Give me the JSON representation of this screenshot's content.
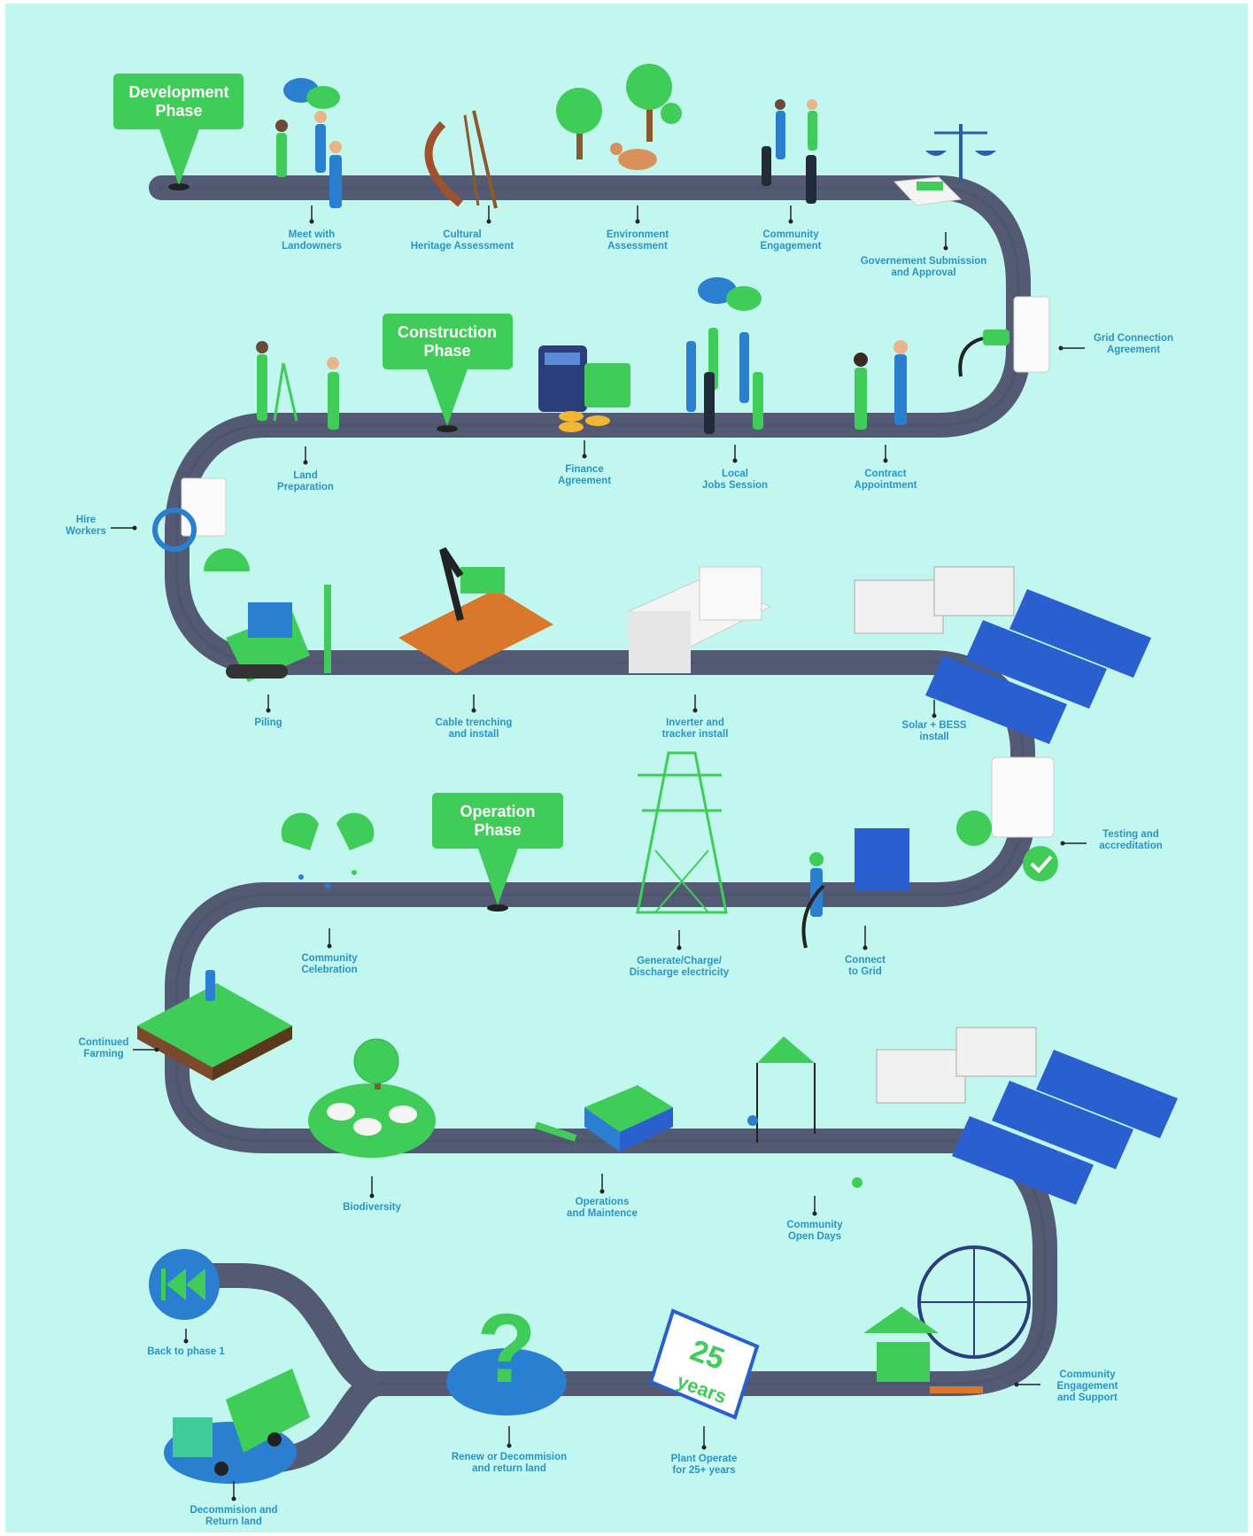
{
  "phases": [
    {
      "line1": "Development",
      "line2": "Phase"
    },
    {
      "line1": "Construction",
      "line2": "Phase"
    },
    {
      "line1": "Operation",
      "line2": "Phase"
    }
  ],
  "steps": [
    {
      "line1": "Meet with",
      "line2": "Landowners"
    },
    {
      "line1": "Cultural",
      "line2": "Heritage Assessment"
    },
    {
      "line1": "Environment",
      "line2": "Assessment"
    },
    {
      "line1": "Community",
      "line2": "Engagement"
    },
    {
      "line1": "Governement Submission",
      "line2": "and Approval"
    },
    {
      "line1": "Grid Connection",
      "line2": "Agreement"
    },
    {
      "line1": "Land",
      "line2": "Preparation"
    },
    {
      "line1": "Finance",
      "line2": "Agreement"
    },
    {
      "line1": "Local",
      "line2": "Jobs Session"
    },
    {
      "line1": "Contract",
      "line2": "Appointment"
    },
    {
      "line1": "Hire",
      "line2": "Workers"
    },
    {
      "line1": "Piling",
      "line2": ""
    },
    {
      "line1": "Cable trenching",
      "line2": "and install"
    },
    {
      "line1": "Inverter and",
      "line2": "tracker install"
    },
    {
      "line1": "Solar + BESS",
      "line2": "install"
    },
    {
      "line1": "Testing and",
      "line2": "accreditation"
    },
    {
      "line1": "Community",
      "line2": "Celebration"
    },
    {
      "line1": "Generate/Charge/",
      "line2": "Discharge electricity"
    },
    {
      "line1": "Connect",
      "line2": "to Grid"
    },
    {
      "line1": "Continued",
      "line2": "Farming"
    },
    {
      "line1": "Biodiversity",
      "line2": ""
    },
    {
      "line1": "Operations",
      "line2": "and Maintence"
    },
    {
      "line1": "Community",
      "line2": "Open Days"
    },
    {
      "line1": "Back to phase 1",
      "line2": ""
    },
    {
      "line1": "Renew or Decommision",
      "line2": "and return land"
    },
    {
      "line1": "Plant Operate",
      "line2": "for 25+ years"
    },
    {
      "line1": "Community",
      "line2": "Engagement",
      "line3": "and Support"
    },
    {
      "line1": "Decommision and",
      "line2": "Return land"
    }
  ],
  "calendar": {
    "number": "25",
    "word": "years"
  },
  "colors": {
    "background": "#c2f7f0",
    "road": "#555a74",
    "green": "#3fcc58",
    "blue": "#2a94c4"
  }
}
